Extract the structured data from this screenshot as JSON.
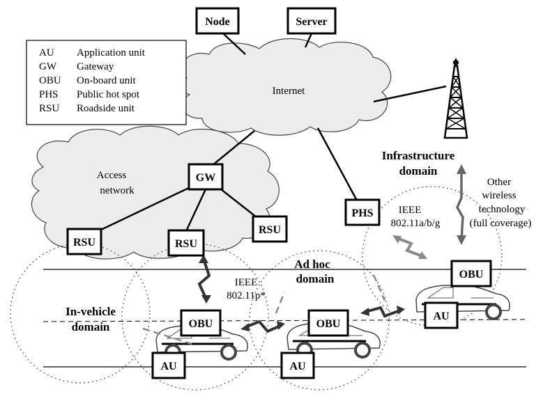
{
  "legend": [
    {
      "abbr": "AU",
      "text": "Application unit"
    },
    {
      "abbr": "GW",
      "text": "Gateway"
    },
    {
      "abbr": "OBU",
      "text": "On-board unit"
    },
    {
      "abbr": "PHS",
      "text": "Public hot spot"
    },
    {
      "abbr": "RSU",
      "text": "Roadside unit"
    }
  ],
  "clouds": {
    "internet": "Internet",
    "access_line1": "Access",
    "access_line2": "network"
  },
  "nodes": {
    "node": "Node",
    "server": "Server",
    "gw": "GW",
    "rsu": "RSU",
    "phs": "PHS",
    "obu": "OBU",
    "au": "AU"
  },
  "domains": {
    "infrastructure_line1": "Infrastructure",
    "infrastructure_line2": "domain",
    "adhoc_line1": "Ad hoc",
    "adhoc_line2": "domain",
    "invehicle_line1": "In-vehicle",
    "invehicle_line2": "domain"
  },
  "annotations": {
    "ieee_p_line1": "IEEE",
    "ieee_p_line2": "802.11p*",
    "ieee_abg_line1": "IEEE",
    "ieee_abg_line2": "802.11a/b/g",
    "other_line1": "Other",
    "other_line2": "wireless",
    "other_line3": "technology",
    "other_line4": "(full coverage)"
  },
  "colors": {
    "cloud_fill": "#ededed",
    "link_dark": "#333333",
    "link_gray": "#8a8a8a",
    "link_mid": "#666666"
  }
}
